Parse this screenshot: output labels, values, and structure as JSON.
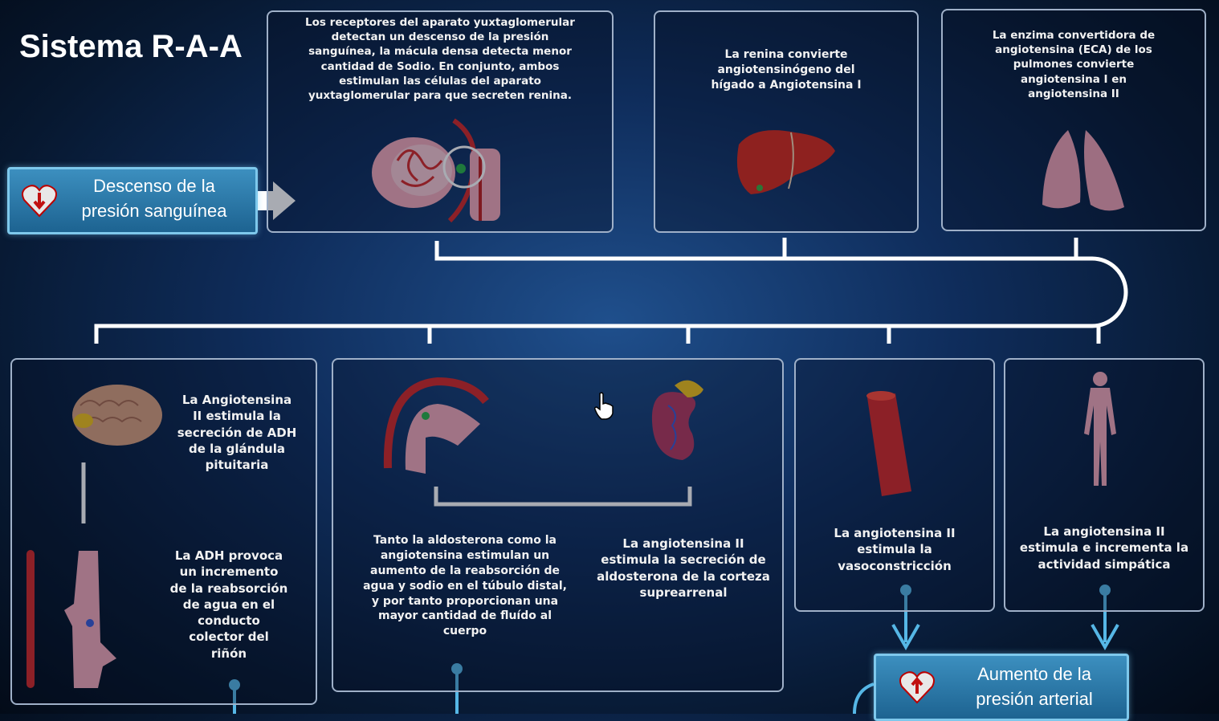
{
  "title": "Sistema R-A-A",
  "start_callout": {
    "label": "Descenso de la\npresión sanguínea",
    "icon": "heart-down-icon"
  },
  "end_callout": {
    "label": "Aumento de la\npresión arterial",
    "icon": "heart-up-icon"
  },
  "top_steps": [
    {
      "text": "Los receptores del aparato yuxtaglomerular\ndetectan un descenso de la presión\nsanguínea, la mácula densa detecta menor\ncantidad de Sodio. En conjunto, ambos\nestimulan las células del aparato\nyuxtaglomerular para que secreten renina.",
      "image": "juxtaglomerular-apparatus-image"
    },
    {
      "text": "La renina convierte\nangiotensinógeno del\nhígado a Angiotensina I",
      "image": "liver-image"
    },
    {
      "text": "La enzima convertidora de\nangiotensina (ECA) de los\npulmones convierte\nangiotensina I en\nangiotensina II",
      "image": "lungs-image"
    }
  ],
  "bottom_steps": {
    "pituitary": {
      "text_top": "La Angiotensina\nII estimula la\nsecreción de ADH\nde la glándula\npituitaria",
      "text_bottom": "La ADH provoca\nun incremento\nde la reabsorción\nde agua en el\nconducto\ncolector del\nriñón"
    },
    "aldosterone": {
      "text_left": "Tanto la aldosterona como la\nangiotensina estimulan un\naumento de la reabsorción de\nagua y sodio en el túbulo distal,\ny por tanto proporcionan una\nmayor cantidad de fluído al\ncuerpo",
      "text_right": "La angiotensina II\nestimula la secreción de\naldosterona de la corteza\nsuprearrenal"
    },
    "vasoconstriction": {
      "text": "La angiotensina II\nestimula la\nvasoconstricción"
    },
    "sympathetic": {
      "text": "La angiotensina II\nestimula e incrementa la\nactividad simpática"
    }
  },
  "colors": {
    "accent": "#3c8fbf",
    "connector": "#ffffff",
    "arrow": "#56b7e6",
    "panel_border": "#9fb0c8"
  }
}
